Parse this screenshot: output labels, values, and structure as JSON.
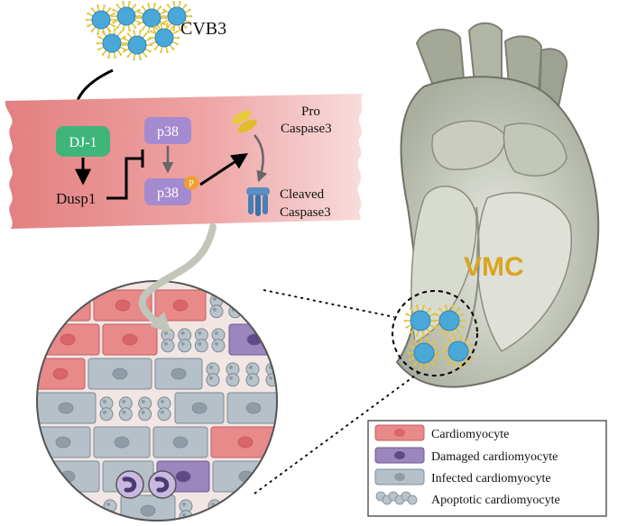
{
  "virus_label": "CVB3",
  "pathway": {
    "dj1": "DJ-1",
    "dusp1": "Dusp1",
    "p38": "p38",
    "p38_phospho": "p38",
    "phospho_mark": "P",
    "pro_caspase": [
      "Pro",
      "Caspase3"
    ],
    "cleaved_caspase": [
      "Cleaved",
      "Caspase3"
    ]
  },
  "heart_label": "VMC",
  "legend": [
    {
      "label": "Cardiomyocyte",
      "kind": "cardiomyocyte"
    },
    {
      "label": "Damaged cardiomyocyte",
      "kind": "damaged"
    },
    {
      "label": "Infected cardiomyocyte",
      "kind": "infected"
    },
    {
      "label": "Apoptotic cardiomyocyte",
      "kind": "apoptotic"
    }
  ],
  "colors": {
    "cell_pink": "#e8898a",
    "cell_gray": "#b5c0c8",
    "damaged_purple": "#9b86bd",
    "virus_blue": "#4aa8d8",
    "virus_spike": "#e3c33b",
    "dj1_green": "#3fb57a",
    "p38_purple": "#a48bd0",
    "phospho_orange": "#f0a030",
    "heart_gray": "#b9bdaf",
    "vmc_gold": "#d9a521"
  }
}
